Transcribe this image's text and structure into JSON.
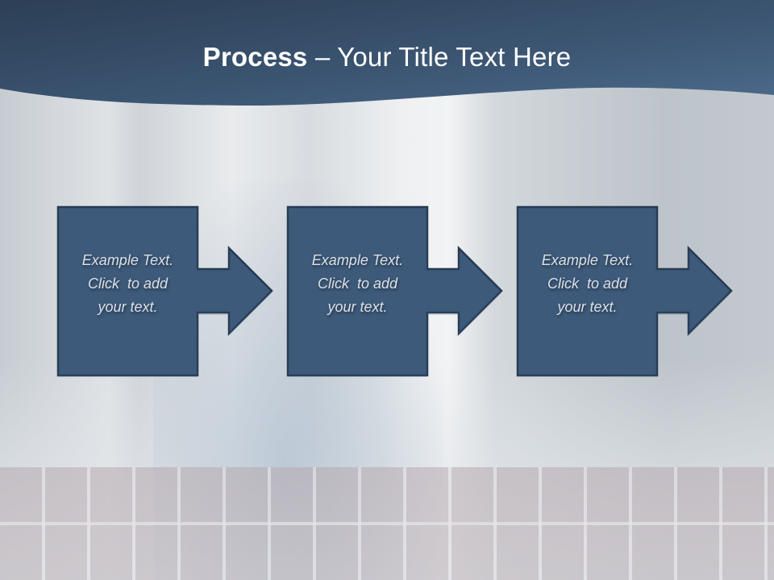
{
  "slide": {
    "title": {
      "bold_part": "Process",
      "regular_part": " – Your Title Text Here"
    },
    "colors": {
      "header_dark": "#2f445c",
      "header_light": "#4a6788",
      "box_fill": "#3d5a7a",
      "box_border": "#263a52",
      "text": "#ffffff"
    },
    "steps": [
      {
        "line1": "Example Text.",
        "line2": "Click  to add",
        "line3": "your text.",
        "icon": "right-arrow-icon"
      },
      {
        "line1": "Example Text.",
        "line2": "Click  to add",
        "line3": "your text.",
        "icon": "right-arrow-icon"
      },
      {
        "line1": "Example Text.",
        "line2": "Click  to add",
        "line3": "your text.",
        "icon": "right-arrow-icon"
      }
    ]
  }
}
